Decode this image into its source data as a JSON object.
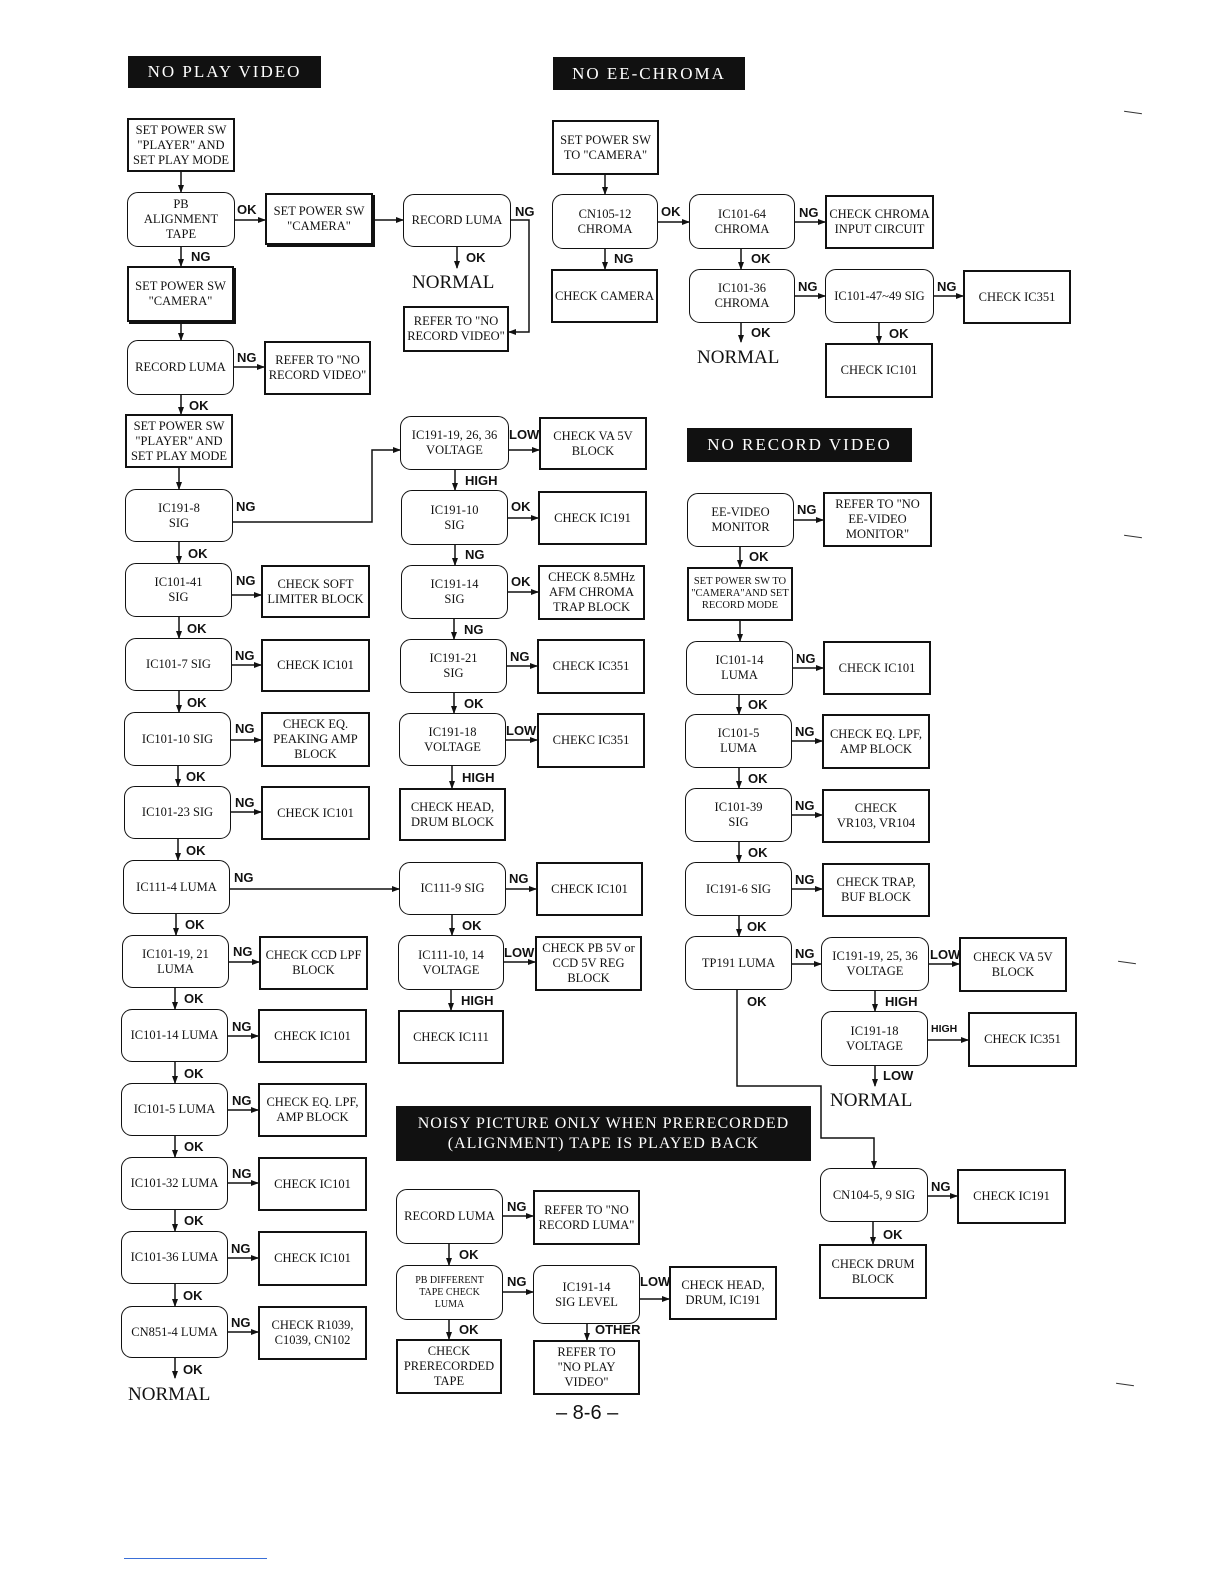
{
  "headings": {
    "no_play_video": "NO PLAY VIDEO",
    "no_ee_chroma": "NO EE-CHROMA",
    "no_record_video": "NO RECORD VIDEO",
    "noisy_picture": "NOISY PICTURE ONLY WHEN PRERECORDED\n(ALIGNMENT) TAPE IS PLAYED BACK"
  },
  "no_play_video": {
    "b1": "SET POWER SW\n\"PLAYER\" AND\nSET PLAY MODE",
    "b2": "PB\nALIGNMENT\nTAPE",
    "b3": "SET POWER SW\n\"CAMERA\"",
    "b4": "RECORD LUMA",
    "b5": "SET POWER SW\n\"CAMERA\"",
    "b6": "RECORD LUMA",
    "b7": "REFER TO \"NO\nRECORD VIDEO\"",
    "b8": "SET POWER SW\n\"PLAYER\" AND\nSET PLAY MODE",
    "b9": "IC191-8\nSIG",
    "b10": "IC101-41\nSIG",
    "b11": "CHECK SOFT\nLIMITER BLOCK",
    "b12": "IC101-7 SIG",
    "b13": "CHECK IC101",
    "b14": "IC101-10 SIG",
    "b15": "CHECK EQ.\nPEAKING AMP\nBLOCK",
    "b16": "IC101-23 SIG",
    "b17": "CHECK IC101",
    "b18": "IC111-4 LUMA",
    "b19": "IC101-19, 21\nLUMA",
    "b20": "CHECK CCD LPF\nBLOCK",
    "b21": "IC101-14 LUMA",
    "b22": "CHECK IC101",
    "b23": "IC101-5 LUMA",
    "b24": "CHECK EQ. LPF,\nAMP BLOCK",
    "b25": "IC101-32 LUMA",
    "b26": "CHECK IC101",
    "b27": "IC101-36 LUMA",
    "b28": "CHECK IC101",
    "b29": "CN851-4 LUMA",
    "b30": "CHECK R1039,\nC1039, CN102",
    "normal_top": "NORMAL",
    "refer_record": "REFER TO \"NO\nRECORD VIDEO\"",
    "normal_bottom": "NORMAL"
  },
  "middle": {
    "m1": "IC191-19, 26, 36\nVOLTAGE",
    "m2": "CHECK VA 5V\nBLOCK",
    "m3": "IC191-10\nSIG",
    "m4": "CHECK IC191",
    "m5": "IC191-14\nSIG",
    "m6": "CHECK 8.5MHz\nAFM CHROMA\nTRAP BLOCK",
    "m7": "IC191-21\nSIG",
    "m8": "CHECK IC351",
    "m9": "IC191-18\nVOLTAGE",
    "m10": "CHEKC IC351",
    "m11": "CHECK HEAD,\nDRUM BLOCK",
    "m12": "IC111-9 SIG",
    "m13": "CHECK IC101",
    "m14": "IC111-10, 14\nVOLTAGE",
    "m15": "CHECK PB 5V or\nCCD 5V REG\nBLOCK",
    "m16": "CHECK IC111"
  },
  "no_ee_chroma": {
    "e1": "SET POWER SW\nTO \"CAMERA\"",
    "e2": "CN105-12\nCHROMA",
    "e3": "IC101-64\nCHROMA",
    "e4": "CHECK CHROMA\nINPUT CIRCUIT",
    "e5": "CHECK CAMERA",
    "e6": "IC101-36\nCHROMA",
    "e7": "IC101-47~49 SIG",
    "e8": "CHECK IC351",
    "e9": "CHECK IC101",
    "normal": "NORMAL"
  },
  "no_record_video": {
    "r1": "EE-VIDEO\nMONITOR",
    "r2": "REFER TO \"NO\nEE-VIDEO\nMONITOR\"",
    "r3": "SET POWER SW TO\n\"CAMERA\"AND SET\nRECORD MODE",
    "r4": "IC101-14\nLUMA",
    "r5": "CHECK IC101",
    "r6": "IC101-5\nLUMA",
    "r7": "CHECK EQ. LPF,\nAMP BLOCK",
    "r8": "IC101-39\nSIG",
    "r9": "CHECK\nVR103, VR104",
    "r10": "IC191-6 SIG",
    "r11": "CHECK TRAP,\nBUF BLOCK",
    "r12": "TP191 LUMA",
    "r13": "IC191-19, 25, 36\nVOLTAGE",
    "r14": "CHECK VA 5V\nBLOCK",
    "r15": "IC191-18\nVOLTAGE",
    "r16": "CHECK IC351",
    "normal": "NORMAL",
    "r17": "CN104-5, 9 SIG",
    "r18": "CHECK IC191",
    "r19": "CHECK DRUM\nBLOCK"
  },
  "noisy": {
    "n1": "RECORD LUMA",
    "n2": "REFER TO \"NO\nRECORD LUMA\"",
    "n3": "PB DIFFERENT\nTAPE CHECK\nLUMA",
    "n4": "IC191-14\nSIG LEVEL",
    "n5": "CHECK HEAD,\nDRUM, IC191",
    "n6": "CHECK\nPRERECORDED\nTAPE",
    "n7": "REFER TO\n\"NO PLAY\nVIDEO\""
  },
  "labels": {
    "ok": "OK",
    "ng": "NG",
    "low": "LOW",
    "high": "HIGH",
    "other": "OTHER"
  },
  "page_number": "– 8-6 –"
}
